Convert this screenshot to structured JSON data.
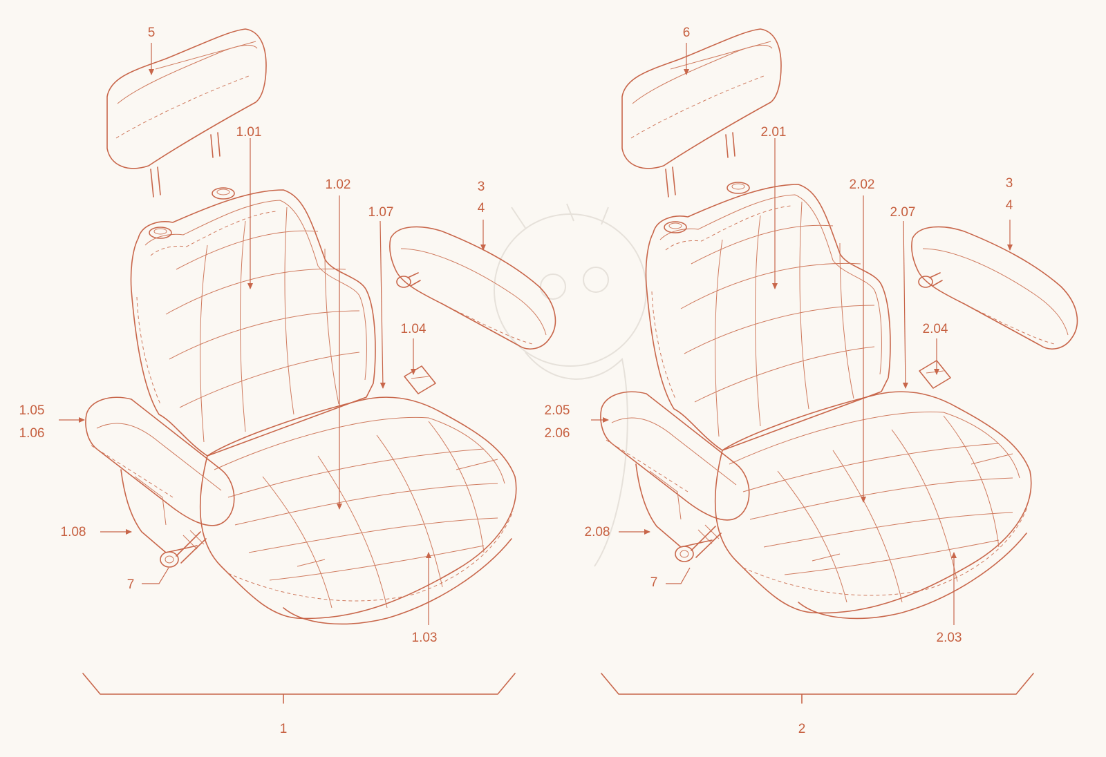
{
  "colors": {
    "line": "#c8664a",
    "label": "#c65f3f",
    "background": "#fbf8f3"
  },
  "labels": {
    "n5": "5",
    "n6": "6",
    "n101": "1.01",
    "n102": "1.02",
    "n103": "1.03",
    "n104": "1.04",
    "n105": "1.05",
    "n106": "1.06",
    "n107": "1.07",
    "n108": "1.08",
    "n201": "2.01",
    "n202": "2.02",
    "n203": "2.03",
    "n204": "2.04",
    "n205": "2.05",
    "n206": "2.06",
    "n207": "2.07",
    "n208": "2.08",
    "n3a": "3",
    "n4a": "4",
    "n3b": "3",
    "n4b": "4",
    "n7a": "7",
    "n7b": "7",
    "g1": "1",
    "g2": "2"
  }
}
